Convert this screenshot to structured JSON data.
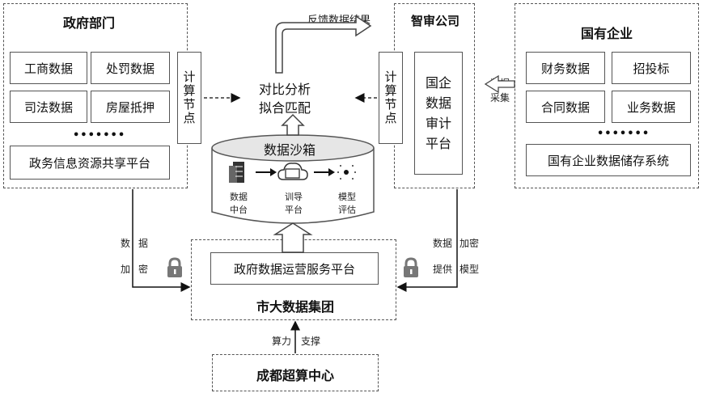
{
  "gov": {
    "title": "政府部门",
    "items": [
      "工商数据",
      "处罚数据",
      "司法数据",
      "房屋抵押"
    ],
    "dots": "•••••••",
    "platform": "政务信息资源共享平台",
    "compute_node": "计算节点"
  },
  "center": {
    "feedback": "反馈数据结果",
    "compare_line1": "对比分析",
    "compare_line2": "拟合匹配",
    "sandbox_title": "数据沙箱",
    "sandbox_items": [
      {
        "line1": "数据",
        "line2": "中台"
      },
      {
        "line1": "训导",
        "line2": "平台"
      },
      {
        "line1": "模型",
        "line2": "评估"
      }
    ]
  },
  "zhishen": {
    "title": "智审公司",
    "compute_node": "计算节点",
    "audit_platform": "国企数据审计平台"
  },
  "soe": {
    "title": "国有企业",
    "items": [
      "财务数据",
      "招投标",
      "合同数据",
      "业务数据"
    ],
    "dots": "•••••••",
    "storage": "国有企业数据储存系统",
    "collect_line1": "数据",
    "collect_line2": "采集"
  },
  "bigdata": {
    "title": "市大数据集团",
    "platform": "政府数据运营服务平台"
  },
  "left_link": {
    "l1a": "数",
    "l1b": "据",
    "l2a": "加",
    "l2b": "密"
  },
  "right_link": {
    "l1a": "数据",
    "l1b": "加密",
    "l2a": "提供",
    "l2b": "模型"
  },
  "support": {
    "a": "算力",
    "b": "支撑"
  },
  "supercomputing": {
    "title": "成都超算中心"
  }
}
